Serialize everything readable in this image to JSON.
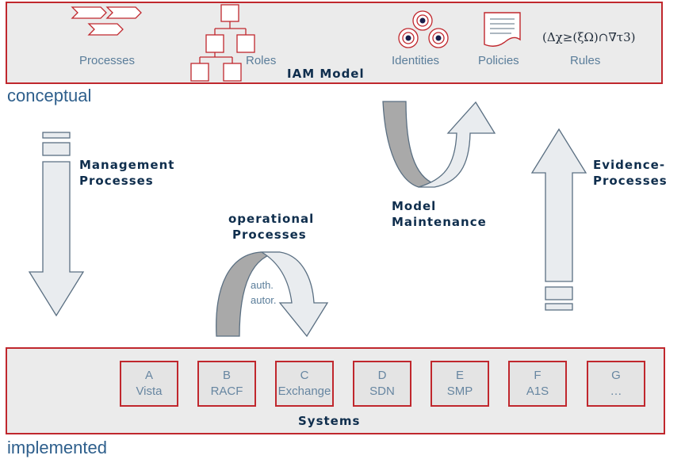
{
  "model": {
    "title": "IAM Model",
    "layer_label": "conceptual",
    "items": [
      {
        "key": "processes",
        "label": "Processes",
        "icon": "process-chevrons-icon"
      },
      {
        "key": "roles",
        "label": "Roles",
        "icon": "role-hierarchy-icon"
      },
      {
        "key": "identities",
        "label": "Identities",
        "icon": "identities-icon"
      },
      {
        "key": "policies",
        "label": "Policies",
        "icon": "policy-document-icon"
      },
      {
        "key": "rules",
        "label": "Rules",
        "formula": "(Δχ≥(ξΩ)∩∇τ3)"
      }
    ]
  },
  "flows": {
    "management": [
      "Management",
      "Processes"
    ],
    "operational": [
      "operational",
      "Processes"
    ],
    "operational_notes": [
      "auth.",
      "autor."
    ],
    "maintenance": [
      "Model",
      "Maintenance"
    ],
    "evidence": [
      "Evidence-",
      "Processes"
    ]
  },
  "systems": {
    "title": "Systems",
    "layer_label": "implemented",
    "items": [
      {
        "letter": "A",
        "name": "Vista"
      },
      {
        "letter": "B",
        "name": "RACF"
      },
      {
        "letter": "C",
        "name": "Exchange"
      },
      {
        "letter": "D",
        "name": "SDN"
      },
      {
        "letter": "E",
        "name": "SMP"
      },
      {
        "letter": "F",
        "name": "A1S"
      },
      {
        "letter": "G",
        "name": "…"
      }
    ]
  },
  "colors": {
    "frame_red": "#c0272d",
    "panel_gray": "#ebebeb",
    "arrow_fill": "#e9ecef",
    "arrow_stroke": "#5a6f82",
    "arrow_shade": "#a9a9a9",
    "title_navy": "#0f2e4d",
    "label_blue": "#5a7d9a"
  }
}
